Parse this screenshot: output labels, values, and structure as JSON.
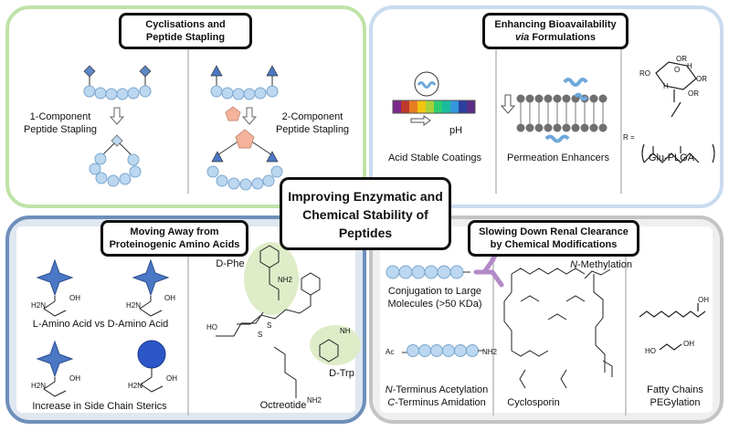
{
  "center": {
    "line1": "Improving Enzymatic and",
    "line2": "Chemical Stability of",
    "line3": "Peptides"
  },
  "top_left": {
    "title_line1": "Cyclisations and",
    "title_line2": "Peptide Stapling",
    "one_comp_line1": "1-Component",
    "one_comp_line2": "Peptide Stapling",
    "two_comp_line1": "2-Component",
    "two_comp_line2": "Peptide Stapling"
  },
  "top_right": {
    "title_line1": "Enhancing Bioavailability",
    "title_italic": "via",
    "title_rest": " Formulations",
    "acid_label": "Acid Stable Coatings",
    "ph_label": "pH",
    "perm_label": "Permeation Enhancers",
    "glu_label": "Glu-PLGA",
    "r_label": "R =",
    "or1": "OR",
    "or2": "OR",
    "or3": "OR",
    "ro": "RO",
    "h1": "H",
    "h2": "H",
    "o_ring": "O"
  },
  "bottom_left": {
    "title_line1": "Moving Away from",
    "title_line2": "Proteinogenic Amino Acids",
    "lvd": "L-Amino Acid vs D-Amino Acid",
    "sterics": "Increase in Side Chain Sterics",
    "dphe": "D-Phe",
    "dtrp": "D-Trp",
    "octreotide": "Octreotide",
    "nh2": "NH2",
    "oh": "OH",
    "h2n": "H2N",
    "s": "S",
    "nh": "NH",
    "ho": "HO"
  },
  "bottom_right": {
    "title_line1": "Slowing Down Renal Clearance",
    "title_line2": "by Chemical Modifications",
    "conj_line1": "Conjugation to Large",
    "conj_line2": "Molecules (>50 KDa)",
    "nterm": "-Terminus Acetylation",
    "cterm": "-Terminus Amidation",
    "n_letter": "N",
    "c_letter": "C",
    "nmeth": "-Methylation",
    "cyclosporin": "Cyclosporin",
    "fatty": "Fatty Chains",
    "peg": "PEGylation",
    "ac": "Ac",
    "nh2": "NH2",
    "oh": "OH",
    "ho": "HO"
  },
  "colors": {
    "bead": "#bcd7f0",
    "bead_stroke": "#7aa6cf",
    "diamond": "#5d86c5",
    "triangle": "#4a78c4",
    "pentagon": "#f4b39a",
    "star": "#4a78c4",
    "antibody": "#b38ac8",
    "highlight": "#dfecc8"
  }
}
